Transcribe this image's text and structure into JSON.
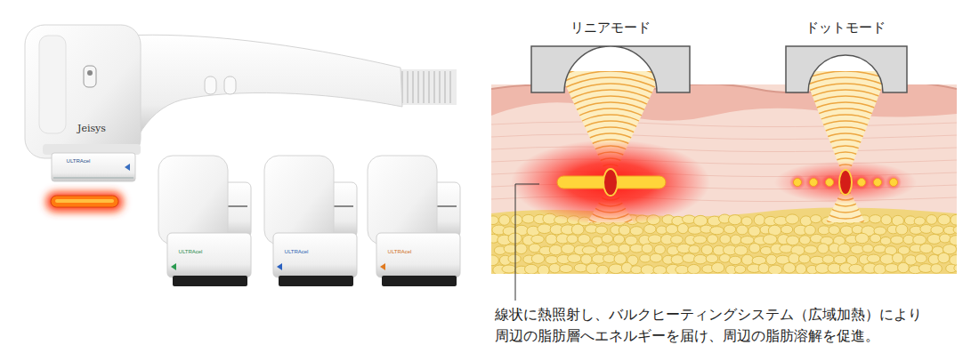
{
  "diagram": {
    "caption": "線状に熱照射し、バルクヒーティングシステム（広域加熱）により 周辺の脂肪層へエネルギーを届け、周辺の脂肪溶解を促進。",
    "labels": [
      "Jeisys",
      "ULTRAcel",
      "ULTRAcel",
      "ULTRAcel",
      "ULTRAcel",
      "リニアモード",
      "ドットモード"
    ]
  }
}
